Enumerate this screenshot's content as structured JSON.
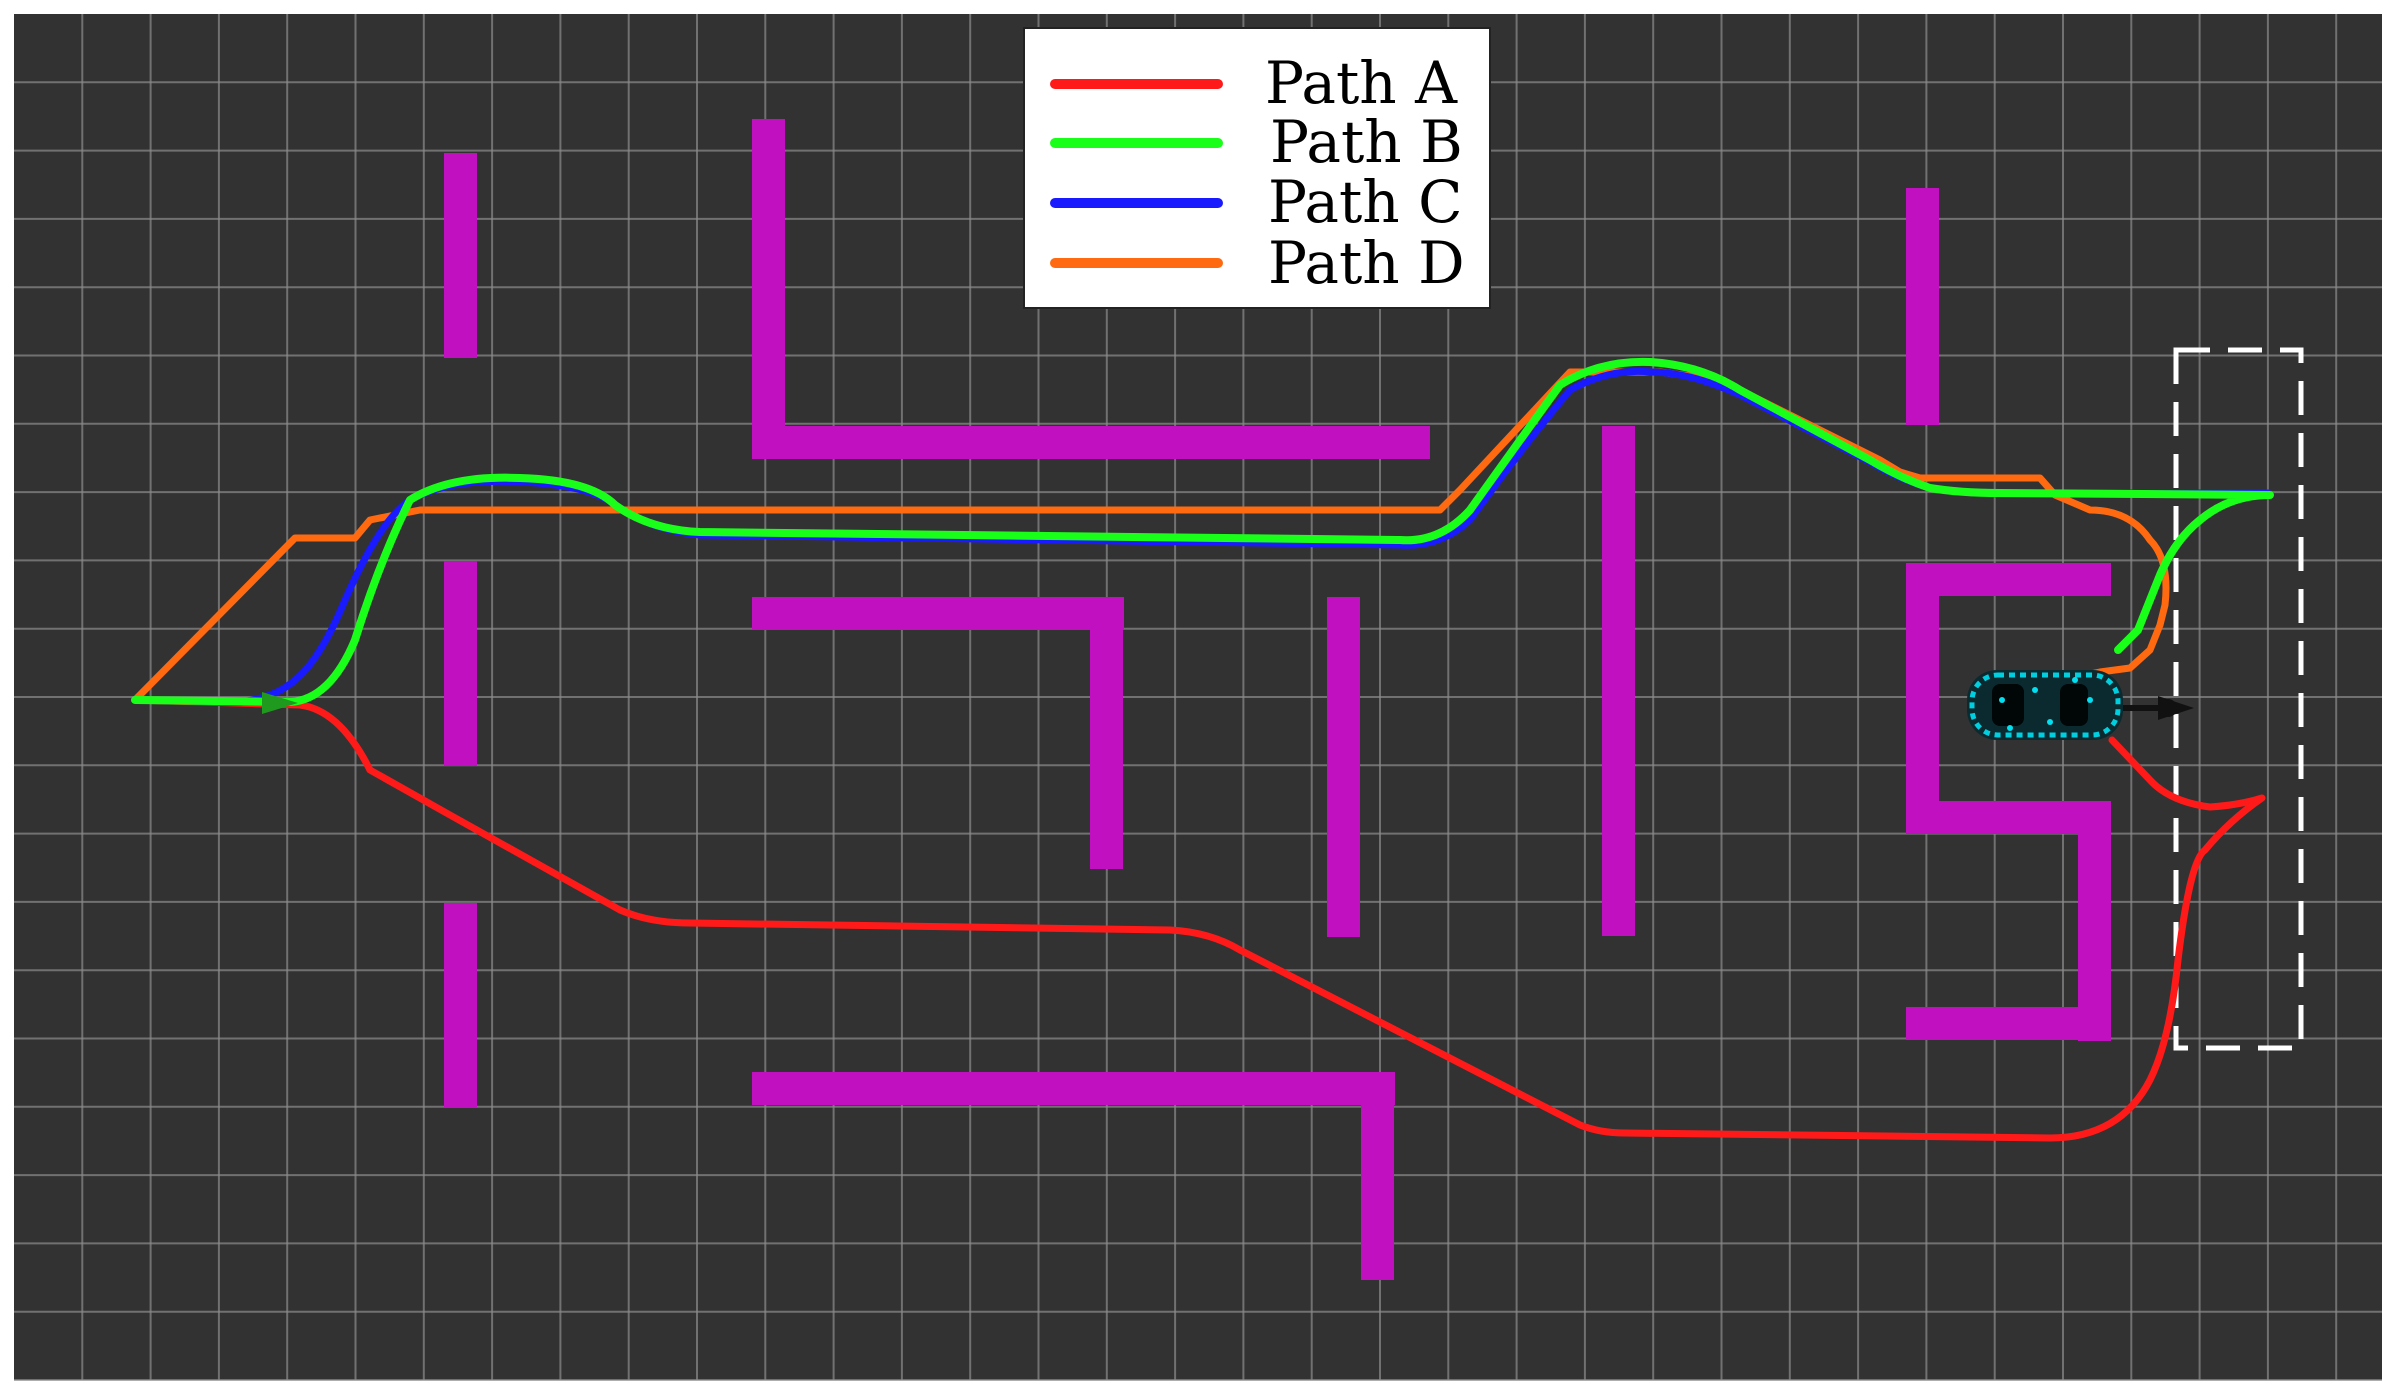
{
  "legend": {
    "items": [
      {
        "label": "Path A",
        "color": "#ff1a1a"
      },
      {
        "label": "Path B",
        "color": "#1aff1a"
      },
      {
        "label": "Path C",
        "color": "#1a1aff"
      },
      {
        "label": "Path D",
        "color": "#ff6a10"
      }
    ]
  },
  "colors": {
    "background": "#323232",
    "grid": "#8c8c8c",
    "obstacle": "#c010c0",
    "target_box": "#ffffff",
    "vehicle": "#00cfe0"
  },
  "icons": {
    "vehicle": "car-icon",
    "heading": "arrow-icon",
    "start": "start-arrow-icon"
  }
}
